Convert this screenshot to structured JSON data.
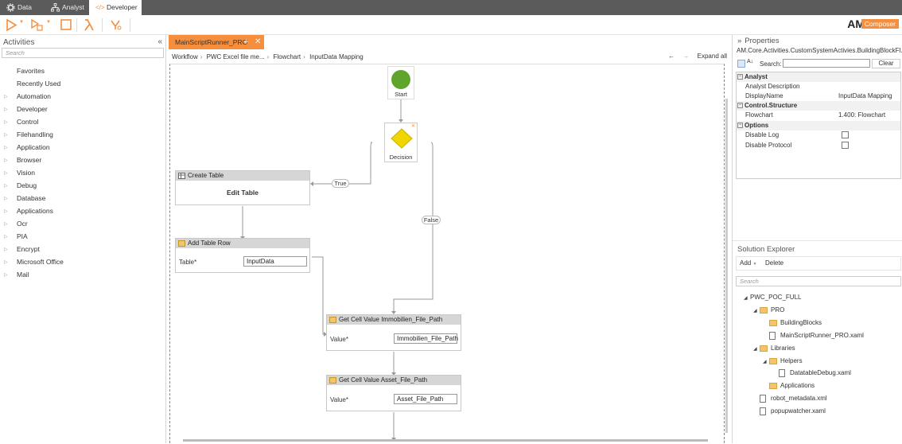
{
  "tabs": [
    {
      "label": "Data",
      "icon": "gear-icon"
    },
    {
      "label": "Analyst",
      "icon": "hierarchy-icon"
    },
    {
      "label": "Developer",
      "icon": "code-icon",
      "active": true
    }
  ],
  "brand": {
    "am": "AM",
    "composer": "Composer"
  },
  "activities": {
    "title": "Activities",
    "search_placeholder": "Search",
    "items": [
      "Favorites",
      "Recently Used",
      "Automation",
      "Developer",
      "Control",
      "Filehandling",
      "Application",
      "Browser",
      "Vision",
      "Debug",
      "Database",
      "Applications",
      "Ocr",
      "PIA",
      "Encrypt",
      "Microsoft Office",
      "Mail"
    ]
  },
  "designer": {
    "doc_tab": "MainScriptRunner_PRO",
    "breadcrumbs": [
      "Workflow",
      "PWC Excel file me...",
      "Flowchart",
      "InputData Mapping"
    ],
    "expand_all": "Expand all",
    "start_label": "Start",
    "decision_label": "Decision",
    "true_label": "True",
    "false_label": "False",
    "create_table": {
      "title": "Create Table",
      "body": "Edit Table"
    },
    "add_row": {
      "title": "Add Table Row",
      "field_label": "Table*",
      "field_value": "InputData"
    },
    "get_cell_1": {
      "title": "Get Cell Value Immobilien_File_Path",
      "field_label": "Value*",
      "field_value": "Immobilien_File_Path"
    },
    "get_cell_2": {
      "title": "Get Cell Value Asset_File_Path",
      "field_label": "Value*",
      "field_value": "Asset_File_Path"
    }
  },
  "properties": {
    "title": "Properties",
    "class_name": "AM.Core.Activities.CustomSystemActivies.BuildingBlockFl...",
    "search_label": "Search:",
    "clear": "Clear",
    "sections": [
      {
        "name": "Analyst",
        "rows": [
          {
            "k": "Analyst Description",
            "v": ""
          },
          {
            "k": "DisplayName",
            "v": "InputData Mapping"
          }
        ]
      },
      {
        "name": "Control.Structure",
        "rows": [
          {
            "k": "Flowchart",
            "v": "1.400: Flowchart"
          }
        ]
      },
      {
        "name": "Options",
        "rows": [
          {
            "k": "Disable Log",
            "v": ""
          },
          {
            "k": "Disable Protocol",
            "v": ""
          }
        ]
      }
    ]
  },
  "solution": {
    "title": "Solution Explorer",
    "add": "Add",
    "delete": "Delete",
    "search_placeholder": "Search",
    "tree": [
      {
        "label": "PWC_POC_FULL",
        "type": "root"
      },
      {
        "label": "PRO",
        "type": "folder"
      },
      {
        "label": "BuildingBlocks",
        "type": "folder"
      },
      {
        "label": "MainScriptRunner_PRO.xaml",
        "type": "file"
      },
      {
        "label": "Libraries",
        "type": "folder"
      },
      {
        "label": "Helpers",
        "type": "folder"
      },
      {
        "label": "DatatableDebug.xaml",
        "type": "file"
      },
      {
        "label": "Applications",
        "type": "folder"
      },
      {
        "label": "robot_metadata.xml",
        "type": "file"
      },
      {
        "label": "popupwatcher.xaml",
        "type": "file"
      }
    ]
  },
  "colors": {
    "accent": "#f58e3d",
    "start": "#5fa52c",
    "decision": "#f1d500"
  }
}
